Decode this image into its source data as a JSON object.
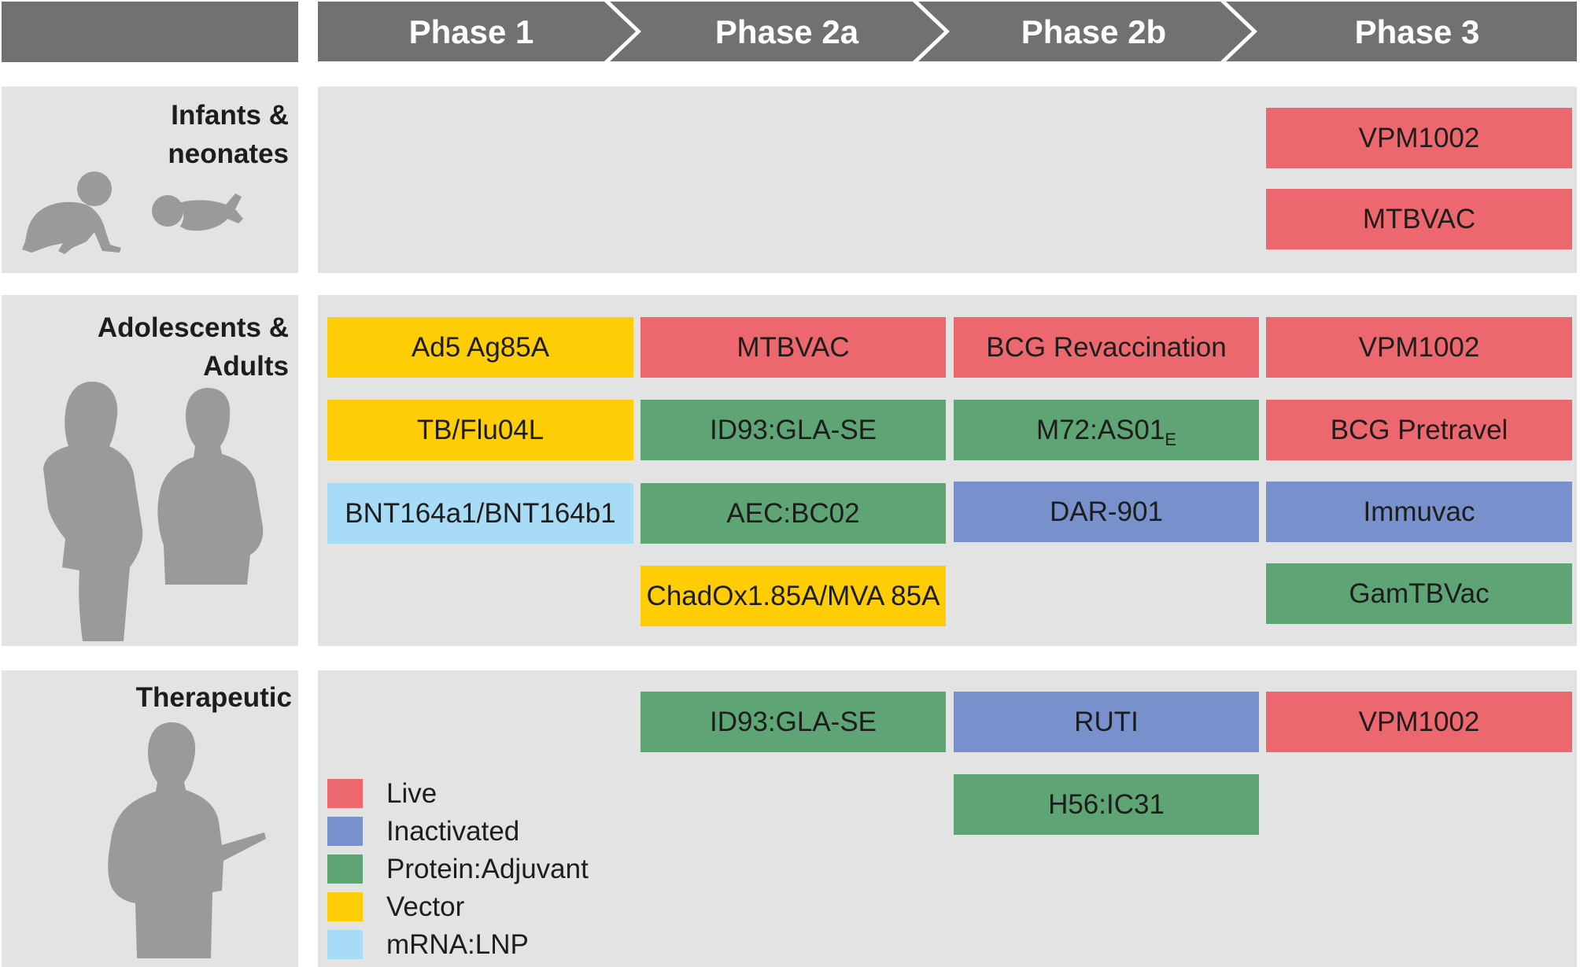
{
  "header": {
    "phases": [
      "Phase 1",
      "Phase 2a",
      "Phase 2b",
      "Phase 3"
    ]
  },
  "groups": {
    "infants": {
      "label_line1": "Infants &",
      "label_line2": "neonates"
    },
    "adults": {
      "label_line1": "Adolescents &",
      "label_line2": "Adults"
    },
    "therapeutic": {
      "label": "Therapeutic"
    }
  },
  "vaccines": {
    "infants": {
      "phase3": [
        "VPM1002",
        "MTBVAC"
      ]
    },
    "adults": {
      "phase1": [
        "Ad5 Ag85A",
        "TB/Flu04L",
        "BNT164a1/BNT164b1"
      ],
      "phase2a": [
        "MTBVAC",
        "ID93:GLA-SE",
        "AEC:BC02",
        "ChadOx1.85A/MVA 85A"
      ],
      "phase2b": [
        "BCG Revaccination",
        "M72:AS01",
        "DAR-901"
      ],
      "phase2b_sub": "E",
      "phase3": [
        "VPM1002",
        "BCG Pretravel",
        "Immuvac",
        "GamTBVac"
      ]
    },
    "therapeutic": {
      "phase2a": [
        "ID93:GLA-SE"
      ],
      "phase2b": [
        "RUTI",
        "H56:IC31"
      ],
      "phase3": [
        "VPM1002"
      ]
    }
  },
  "legend": [
    {
      "label": "Live",
      "color": "#ec686e"
    },
    {
      "label": "Inactivated",
      "color": "#7890cb"
    },
    {
      "label": "Protein:Adjuvant",
      "color": "#5fa474"
    },
    {
      "label": "Vector",
      "color": "#fecd06"
    },
    {
      "label": "mRNA:LNP",
      "color": "#a7dbf6"
    }
  ],
  "colors": {
    "header": "#717170",
    "panel": "#e3e3e3",
    "silhouette": "#9a9a9a"
  },
  "icons": [
    "crawling-baby-icon",
    "newborn-icon",
    "woman-silhouette-icon",
    "man-silhouette-icon",
    "patient-silhouette-icon"
  ]
}
